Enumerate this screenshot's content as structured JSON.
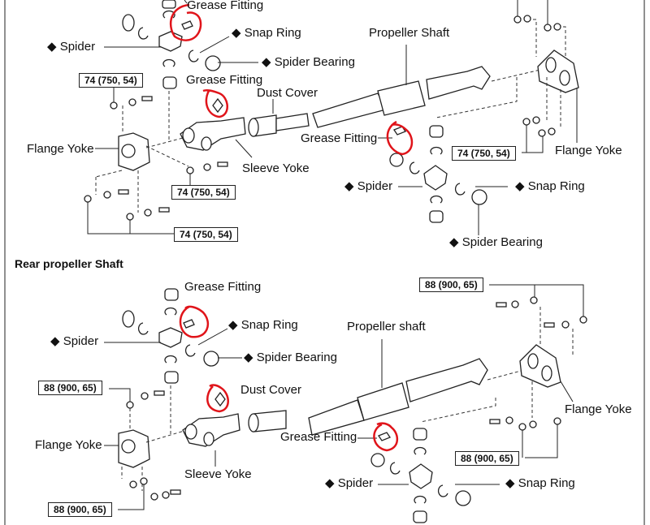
{
  "front": {
    "labels": {
      "grease_fitting_1": "Grease Fitting",
      "snap_ring_1": "◆ Snap Ring",
      "spider_1": "◆ Spider",
      "spider_bearing_1": "◆ Spider Bearing",
      "propeller_shaft": "Propeller Shaft",
      "grease_fitting_2": "Grease Fitting",
      "dust_cover": "Dust Cover",
      "flange_yoke_1": "Flange Yoke",
      "grease_fitting_3": "Grease Fitting",
      "sleeve_yoke": "Sleeve Yoke",
      "flange_yoke_2": "Flange Yoke",
      "spider_2": "◆ Spider",
      "snap_ring_2": "◆ Snap Ring",
      "spider_bearing_2": "◆ Spider Bearing"
    },
    "torques": [
      "74 (750, 54)",
      "74 (750, 54)",
      "74 (750, 54)",
      "74 (750, 54)"
    ]
  },
  "rear": {
    "heading": "Rear propeller Shaft",
    "labels": {
      "grease_fitting_1": "Grease Fitting",
      "snap_ring_1": "◆ Snap Ring",
      "propeller_shaft": "Propeller shaft",
      "spider_1": "◆ Spider",
      "spider_bearing_1": "◆ Spider Bearing",
      "dust_cover": "Dust Cover",
      "flange_yoke_1": "Flange Yoke",
      "grease_fitting_2": "Grease Fitting",
      "flange_yoke_2": "Flange Yoke",
      "sleeve_yoke": "Sleeve Yoke",
      "spider_2": "◆ Spider",
      "snap_ring_2": "◆ Snap Ring"
    },
    "torques": [
      "88 (900, 65)",
      "88 (900, 65)",
      "88 (900, 65)",
      "88 (900, 65)"
    ]
  },
  "colors": {
    "annotation": "#e0141a"
  }
}
